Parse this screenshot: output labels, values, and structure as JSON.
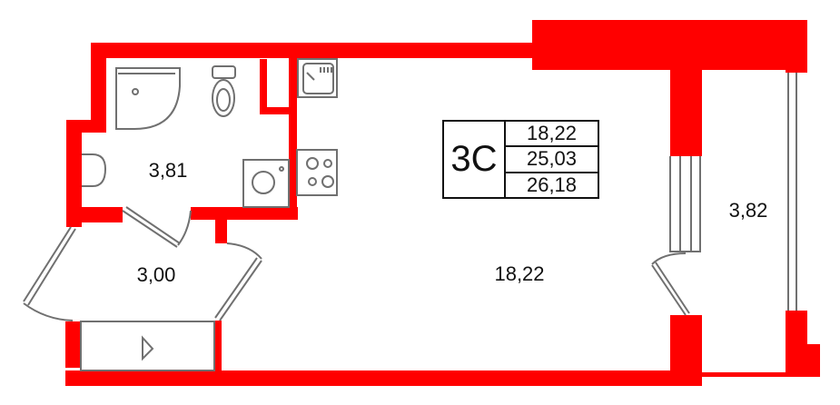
{
  "plan": {
    "wall_color": "#ff0000",
    "fixture_color": "#707070",
    "apartment_type": "3С",
    "areas": {
      "living": "18,22",
      "total": "25,03",
      "total_with_balcony": "26,18"
    },
    "rooms": [
      {
        "name": "bathroom",
        "area": "3,81"
      },
      {
        "name": "hallway",
        "area": "3,00"
      },
      {
        "name": "studio-room",
        "area": "18,22"
      },
      {
        "name": "loggia",
        "area": "3,82"
      }
    ]
  }
}
